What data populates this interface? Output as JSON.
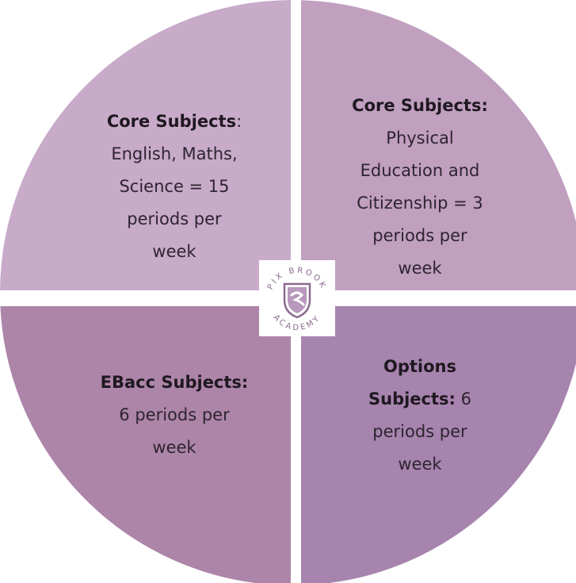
{
  "colors": {
    "top_left": "#c8aac9",
    "top_right": "#c09fbf",
    "bottom_left": "#ad85a9",
    "bottom_right": "#a684ae",
    "text": "#2e2430",
    "logo_ring": "#8a6a8e"
  },
  "quadrants": {
    "top_left": {
      "heading": "Core Subjects",
      "heading_suffix": ":",
      "lines": [
        "English, Maths,",
        "Science = 15",
        "periods per",
        "week"
      ]
    },
    "top_right": {
      "heading": "Core Subjects:",
      "lines": [
        "Physical",
        "Education and",
        "Citizenship = 3",
        "periods per",
        "week"
      ]
    },
    "bottom_left": {
      "heading": "EBacc Subjects:",
      "lines": [
        "6 periods per",
        "week"
      ]
    },
    "bottom_right": {
      "heading_line1": "Options",
      "heading_line2": "Subjects:",
      "line2_suffix": " 6",
      "lines": [
        "periods per",
        "week"
      ]
    }
  },
  "logo": {
    "top_text": "PIX BROOK",
    "bottom_text": "ACADEMY",
    "icon": "shield-crest-icon"
  }
}
